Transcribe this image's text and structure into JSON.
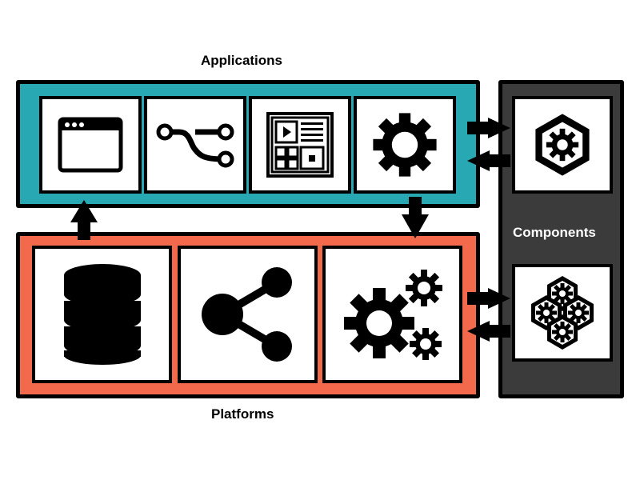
{
  "labels": {
    "applications": "Applications",
    "platforms": "Platforms",
    "components": "Components"
  },
  "applications": {
    "tiles": [
      {
        "icon": "browser-window-icon"
      },
      {
        "icon": "branch-icon"
      },
      {
        "icon": "dashboard-layout-icon"
      },
      {
        "icon": "gear-icon"
      }
    ]
  },
  "platforms": {
    "tiles": [
      {
        "icon": "database-icon"
      },
      {
        "icon": "share-icon"
      },
      {
        "icon": "gears-icon"
      }
    ]
  },
  "components": {
    "tiles": [
      {
        "icon": "hexagon-gear-icon"
      },
      {
        "icon": "hexagon-cluster-gears-icon"
      }
    ]
  },
  "colors": {
    "applications_panel": "#27a8b3",
    "platforms_panel": "#f26a4b",
    "components_panel": "#3b3b3b",
    "stroke": "#000000"
  }
}
